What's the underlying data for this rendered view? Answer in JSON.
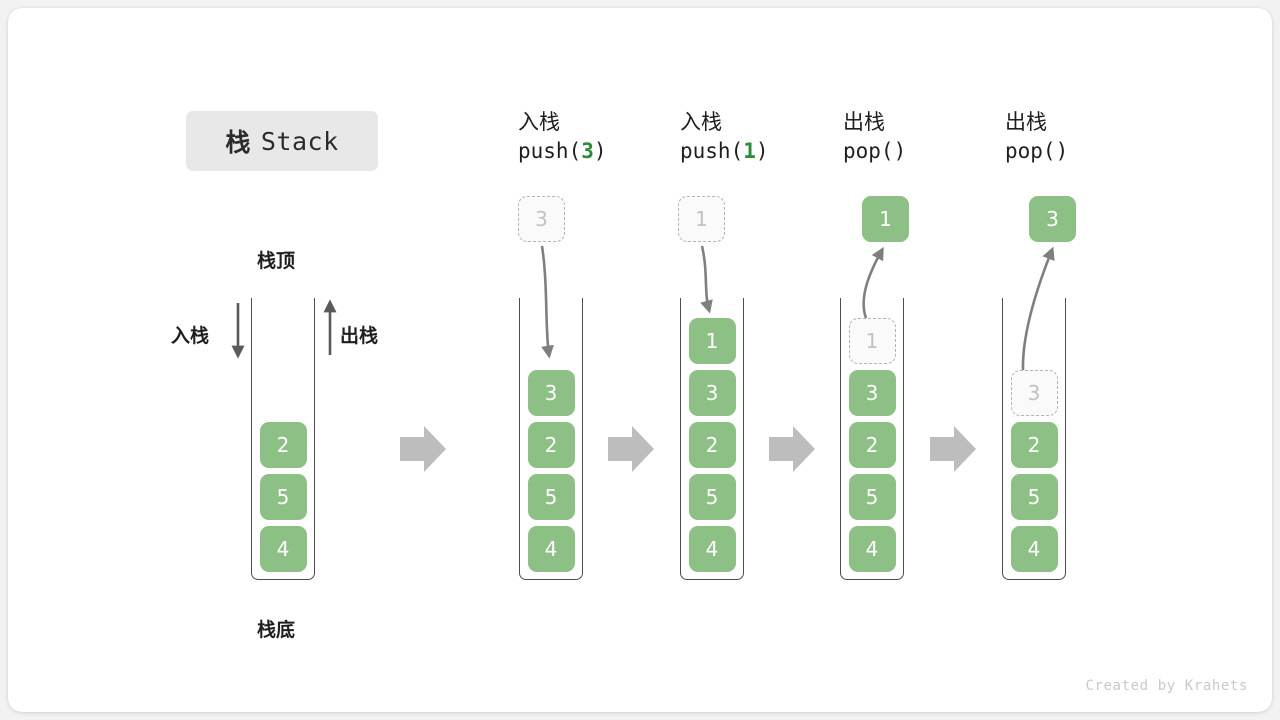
{
  "title": {
    "cn": "栈",
    "en": "Stack"
  },
  "labels": {
    "top": "栈顶",
    "bottom": "栈底",
    "push_side": "入栈",
    "pop_side": "出栈"
  },
  "colors": {
    "element": "#8cc084",
    "ghost_text": "#c2c2c2",
    "ghost_border": "#b4b4b4",
    "accent_code": "#2e8b3d",
    "arrow": "#7f7f7f",
    "flow_arrow": "#bdbdbd",
    "wall": "#4d4d4d",
    "chip_bg": "#e8e8e8",
    "page_bg": "#f2f2f2",
    "card_bg": "#ffffff"
  },
  "stages": [
    {
      "id": "initial",
      "caption": null,
      "floating": null,
      "slots": [
        {
          "value": "2",
          "state": "filled"
        },
        {
          "value": "5",
          "state": "filled"
        },
        {
          "value": "4",
          "state": "filled"
        }
      ]
    },
    {
      "id": "push-3",
      "caption": {
        "cn": "入栈",
        "code_prefix": "push(",
        "arg": "3",
        "code_suffix": ")"
      },
      "floating": {
        "value": "3",
        "state": "ghost"
      },
      "slots": [
        {
          "value": "3",
          "state": "filled"
        },
        {
          "value": "2",
          "state": "filled"
        },
        {
          "value": "5",
          "state": "filled"
        },
        {
          "value": "4",
          "state": "filled"
        }
      ]
    },
    {
      "id": "push-1",
      "caption": {
        "cn": "入栈",
        "code_prefix": "push(",
        "arg": "1",
        "code_suffix": ")"
      },
      "floating": {
        "value": "1",
        "state": "ghost"
      },
      "slots": [
        {
          "value": "1",
          "state": "filled"
        },
        {
          "value": "3",
          "state": "filled"
        },
        {
          "value": "2",
          "state": "filled"
        },
        {
          "value": "5",
          "state": "filled"
        },
        {
          "value": "4",
          "state": "filled"
        }
      ]
    },
    {
      "id": "pop-1",
      "caption": {
        "cn": "出栈",
        "code_prefix": "pop(",
        "arg": "",
        "code_suffix": ")"
      },
      "floating": {
        "value": "1",
        "state": "filled"
      },
      "slots": [
        {
          "value": "1",
          "state": "ghost"
        },
        {
          "value": "3",
          "state": "filled"
        },
        {
          "value": "2",
          "state": "filled"
        },
        {
          "value": "5",
          "state": "filled"
        },
        {
          "value": "4",
          "state": "filled"
        }
      ]
    },
    {
      "id": "pop-3",
      "caption": {
        "cn": "出栈",
        "code_prefix": "pop(",
        "arg": "",
        "code_suffix": ")"
      },
      "floating": {
        "value": "3",
        "state": "filled"
      },
      "slots": [
        {
          "value": "",
          "state": "blank"
        },
        {
          "value": "3",
          "state": "ghost"
        },
        {
          "value": "2",
          "state": "filled"
        },
        {
          "value": "5",
          "state": "filled"
        },
        {
          "value": "4",
          "state": "filled"
        }
      ]
    }
  ],
  "watermark": "Created by Krahets"
}
